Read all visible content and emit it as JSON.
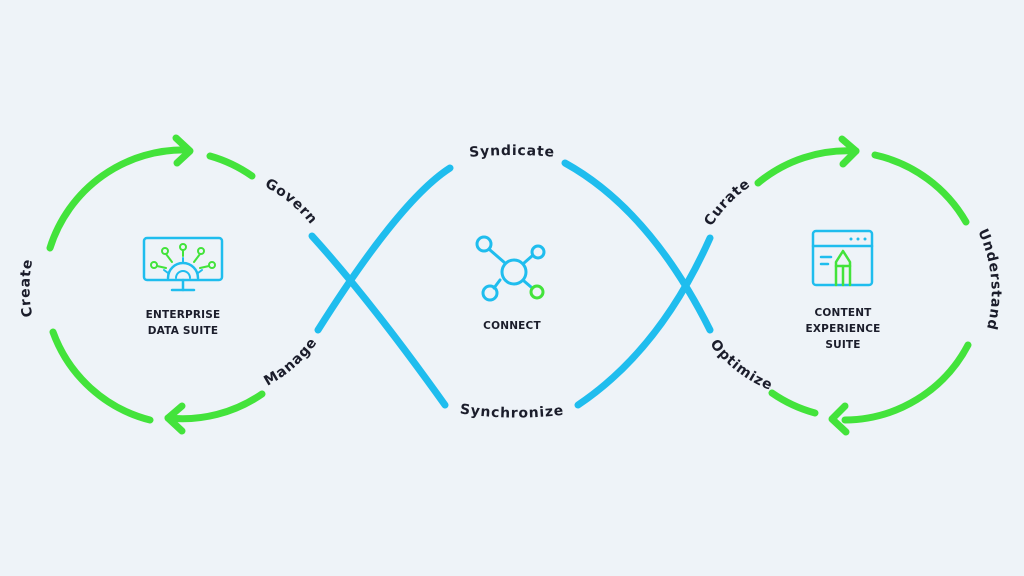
{
  "colors": {
    "background": "#eef3f8",
    "green": "#43e33b",
    "blue": "#1fbdee",
    "text": "#1b1d2b"
  },
  "left_hub": {
    "icon": "monitor-gear-network-icon",
    "label_lines": [
      "ENTERPRISE",
      "DATA SUITE"
    ]
  },
  "center_hub": {
    "icon": "network-nodes-icon",
    "label": "CONNECT"
  },
  "right_hub": {
    "icon": "browser-pencil-icon",
    "label_lines": [
      "CONTENT",
      "EXPERIENCE",
      "SUITE"
    ]
  },
  "stages": {
    "create": "Create",
    "govern": "Govern",
    "manage": "Manage",
    "syndicate": "Syndicate",
    "synchronize": "Synchronize",
    "curate": "Curate",
    "optimize": "Optimize",
    "understand": "Understand"
  }
}
